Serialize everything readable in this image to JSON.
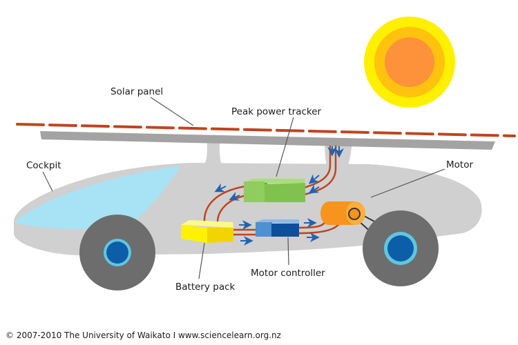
{
  "labels": {
    "solar_panel": "Solar panel",
    "peak_power_tracker": "Peak power tracker",
    "cockpit": "Cockpit",
    "motor": "Motor",
    "battery_pack": "Battery pack",
    "motor_controller": "Motor controller"
  },
  "copyright": "© 2007-2010 The University of Waikato I www.sciencelearn.org.nz",
  "colors": {
    "car_body": "#d0d0d0",
    "cockpit_glass": "#a8e2f5",
    "solar_panel_cells": "#c0441e",
    "panel_frame": "#a3a3a3",
    "wires": "#c0441e",
    "flow_arrows": "#1f64b0",
    "sun_outer": "#ffef00",
    "sun_middle": "#ffc20e",
    "sun_inner": "#fd923a",
    "tracker": "#7fc24e",
    "battery": "#fff200",
    "controller": "#4f90d0",
    "motor": "#f7941d",
    "wheel_tyre": "#6d6d6d",
    "wheel_hub": "#0d5ea8"
  }
}
